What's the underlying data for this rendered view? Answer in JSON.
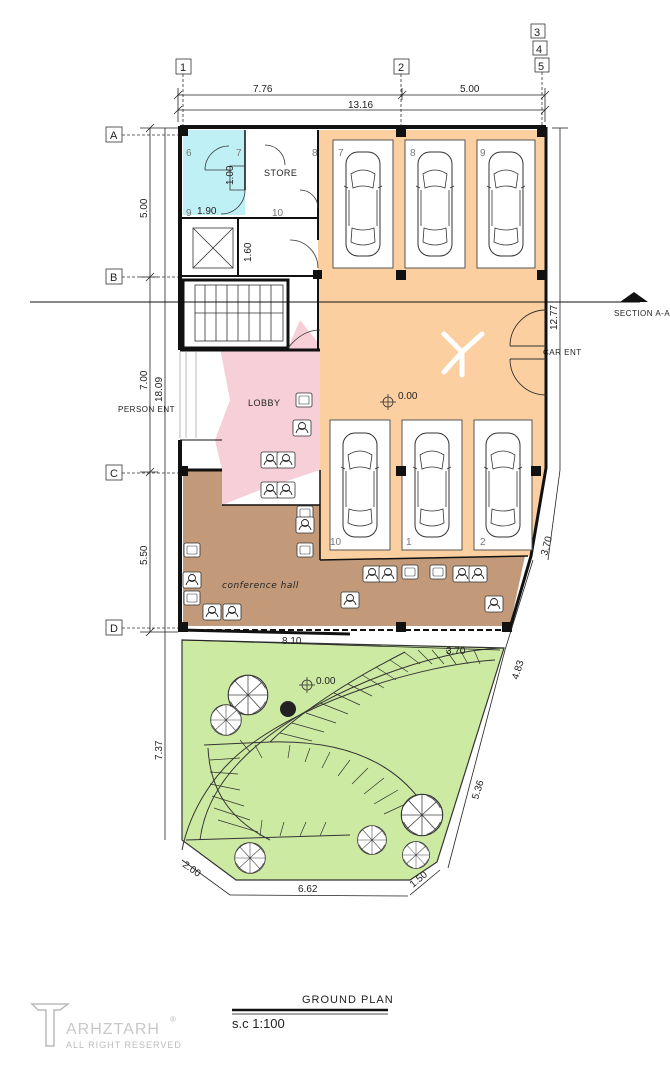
{
  "plan": {
    "title": "GROUND PLAN",
    "scale": "s.c   1:100",
    "section_label": "SECTION A-A",
    "level_main": "0.00",
    "level_garden": "0.00"
  },
  "grid": {
    "columns": [
      "1",
      "2",
      "3",
      "4",
      "5"
    ],
    "rows": [
      "A",
      "B",
      "C",
      "D"
    ]
  },
  "dimensions": {
    "top_left": "7.76",
    "top_right": "5.00",
    "top_total": "13.16",
    "left_ab": "5.00",
    "left_bc": "7.00",
    "left_cd": "5.50",
    "left_total": "18.09",
    "left_garden": "7.37",
    "right_total": "12.77",
    "right_lower": "3.70",
    "bottom_plan": "8.10",
    "bottom_plan_right": "3.70",
    "right_diag_1": "4.83",
    "right_diag_2": "5.36",
    "bottom_left_angle": "2.00",
    "bottom_garden": "6.62",
    "bottom_right_angle": "1.50",
    "store_w": "1.90",
    "store_h": "1.00",
    "elev_h": "1.60"
  },
  "rooms": {
    "store": "STORE",
    "lobby": "LOBBY",
    "conference": "conference hall",
    "person_ent": "PERSON ENT",
    "car_ent": "CAR ENT"
  },
  "spaces": [
    "6",
    "7",
    "8",
    "7",
    "8",
    "9",
    "10",
    "9",
    "10",
    "1",
    "2"
  ],
  "logo": {
    "name": "ARHZTARH",
    "tagline": "ALL RIGHT RESERVED",
    "mark": "®"
  },
  "colors": {
    "garage": "#fbcf9f",
    "lobby": "#f7cfd8",
    "conference": "#c39a79",
    "garden": "#cdeaa2",
    "wet_room": "#bff0f5",
    "wall": "#111111"
  }
}
